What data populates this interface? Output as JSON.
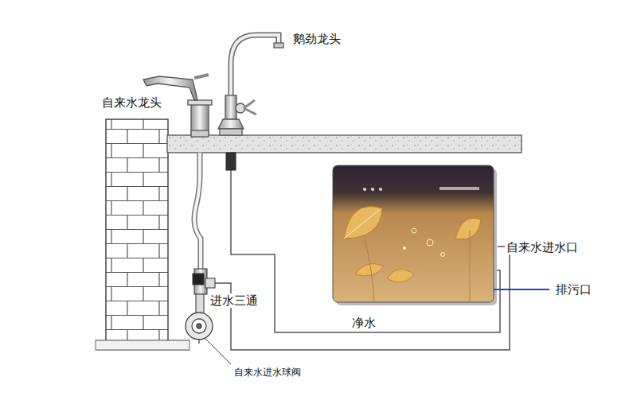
{
  "diagram": {
    "labels": [
      "鹅劲龙头",
      "自来水龙头",
      "自来水进水口",
      "排污口",
      "进水三通",
      "净水",
      "自来水进水球阀"
    ]
  }
}
